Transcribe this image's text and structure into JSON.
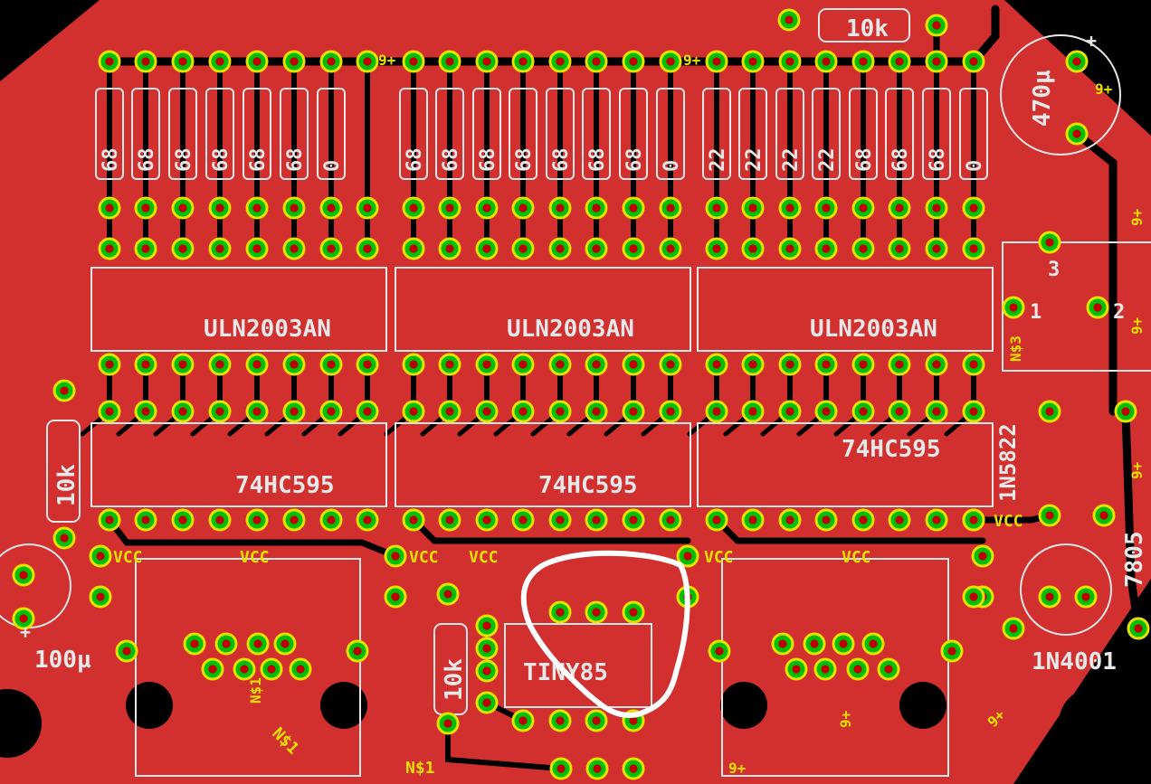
{
  "chips": {
    "uln": [
      "ULN2003AN",
      "ULN2003AN",
      "ULN2003AN"
    ],
    "hc595": [
      "74HC595",
      "74HC595",
      "74HC595"
    ],
    "tiny": "TINY85"
  },
  "resistor_values": {
    "bank1": [
      "68",
      "68",
      "68",
      "68",
      "68",
      "68",
      "0"
    ],
    "bank2": [
      "68",
      "68",
      "68",
      "68",
      "68",
      "68",
      "68",
      "0"
    ],
    "bank3": [
      "22",
      "22",
      "22",
      "22",
      "68",
      "68",
      "68",
      "0"
    ]
  },
  "labels": {
    "r_top": "10k",
    "r_left": "10k",
    "r_mid": "10k",
    "cap_big": "470µ",
    "cap_small": "100µ",
    "diode_schottky": "1N5822",
    "diode_regular": "1N4001",
    "regulator": "7805",
    "reg_pin1": "1",
    "reg_pin2": "2",
    "reg_pin3": "3",
    "net_ns1": "N$1",
    "net_ns3": "N$3",
    "vcc": "VCC",
    "nine_plus": "9+",
    "plus": "+"
  },
  "colors": {
    "board": "#d22f2f",
    "pad": "#00c000",
    "ring": "#e8e000",
    "silk": "#e8e8e8",
    "annotation": "#ffffff"
  },
  "annotation": "hand-drawn loop highlighting TINY85 socket"
}
